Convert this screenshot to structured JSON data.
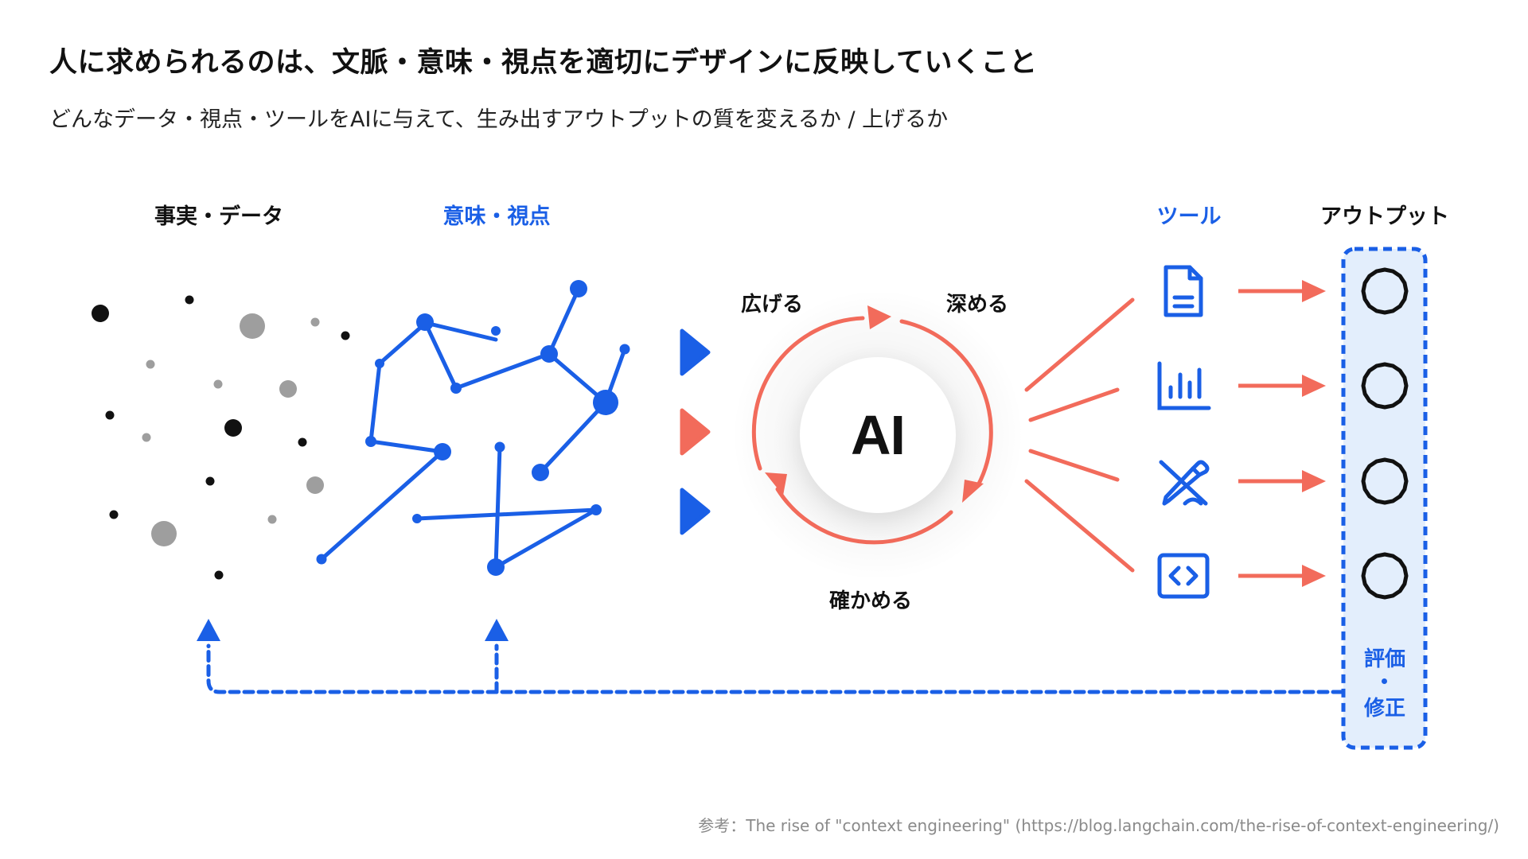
{
  "title": "人に求められるのは、文脈・意味・視点を適切にデザインに反映していくこと",
  "subtitle": "どんなデータ・視点・ツールをAIに与えて、生み出すアウトプットの質を変えるか / 上げるか",
  "sections": {
    "facts": "事実・データ",
    "meaning": "意味・視点",
    "tools": "ツール",
    "output": "アウトプット"
  },
  "ai": {
    "label": "AI",
    "cycle": {
      "expand": "広げる",
      "deepen": "深める",
      "verify": "確かめる"
    }
  },
  "tools": [
    {
      "name": "document",
      "icon": "document-icon"
    },
    {
      "name": "chart",
      "icon": "bar-chart-icon"
    },
    {
      "name": "edit",
      "icon": "pen-edit-icon"
    },
    {
      "name": "code",
      "icon": "code-icon"
    }
  ],
  "outputs": [
    {
      "icon": "badge-icon"
    },
    {
      "icon": "badge-icon"
    },
    {
      "icon": "badge-icon"
    },
    {
      "icon": "badge-icon"
    }
  ],
  "evaluation": {
    "line1": "評価",
    "line2": "修正"
  },
  "reference": "参考：The rise of \"context engineering\" (https://blog.langchain.com/the-rise-of-context-engineering/)",
  "colors": {
    "blue": "#1a5fe6",
    "coral": "#f26b5b",
    "dark": "#111111",
    "gray": "#9e9e9e",
    "panel": "#e3eefc"
  }
}
